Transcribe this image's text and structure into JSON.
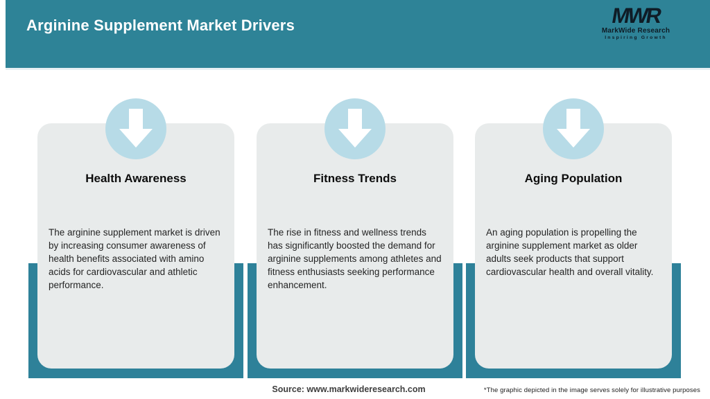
{
  "header": {
    "title": "Arginine Supplement Market Drivers",
    "logo": {
      "monogram": "MWR",
      "name": "MarkWide Research",
      "tagline": "Inspiring Growth"
    }
  },
  "cards": [
    {
      "title": "Health Awareness",
      "body": "The arginine supplement market is driven by increasing consumer awareness of health benefits associated with amino acids for cardiovascular and athletic performance.",
      "icon": "arrow-down-icon"
    },
    {
      "title": "Fitness Trends",
      "body": "The rise in fitness and wellness trends has significantly boosted the demand for arginine supplements among athletes and fitness enthusiasts seeking performance enhancement.",
      "icon": "arrow-down-icon"
    },
    {
      "title": "Aging Population",
      "body": "An aging population is propelling the arginine supplement market as older adults seek products that support cardiovascular health and overall vitality.",
      "icon": "arrow-down-icon"
    }
  ],
  "footer": {
    "source": "Source: www.markwideresearch.com",
    "disclaimer": "*The graphic depicted in the image serves solely for illustrative purposes"
  },
  "colors": {
    "header_teal": "#2E8397",
    "backdrop_teal": "#2E8199",
    "circle_blue": "#B7DBE7",
    "card_gray": "#E8EBEB",
    "arrow_white": "#FFFFFF"
  }
}
